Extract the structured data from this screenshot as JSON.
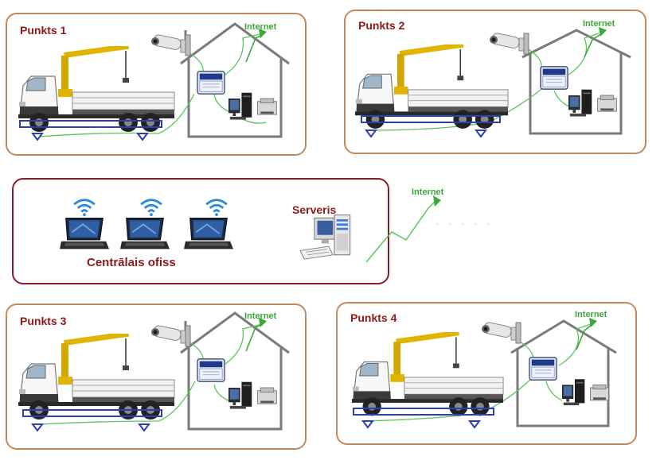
{
  "colors": {
    "point_border": "#c08a5e",
    "office_border": "#8b1a2a",
    "title_red": "#8b1a1a",
    "internet_green": "#3aa83a",
    "wire_green": "#5cc45c",
    "crane_yellow": "#e0b400",
    "scale_blue": "#2a3fb0",
    "house_gray": "#7a7a7a",
    "wifi_blue": "#2a8ad8"
  },
  "points": [
    {
      "title": "Punkts 1",
      "internet": "Internet"
    },
    {
      "title": "Punkts  2",
      "internet": "Internet"
    },
    {
      "title": "Punkts  3",
      "internet": "Internet"
    },
    {
      "title": "Punkts 4",
      "internet": "Internet"
    }
  ],
  "office": {
    "label": "Centrālais ofiss",
    "server_label": "Serveris",
    "internet": "Internet",
    "laptops": [
      "laptop-icon",
      "laptop-icon",
      "laptop-icon"
    ]
  },
  "icons": {
    "truck": "crane-truck-icon",
    "camera": "security-camera-icon",
    "terminal": "weighing-terminal-icon",
    "pc": "desktop-computer-icon",
    "printer": "printer-icon",
    "house": "house-outline-icon",
    "server": "server-computer-icon",
    "wifi": "wifi-icon"
  }
}
